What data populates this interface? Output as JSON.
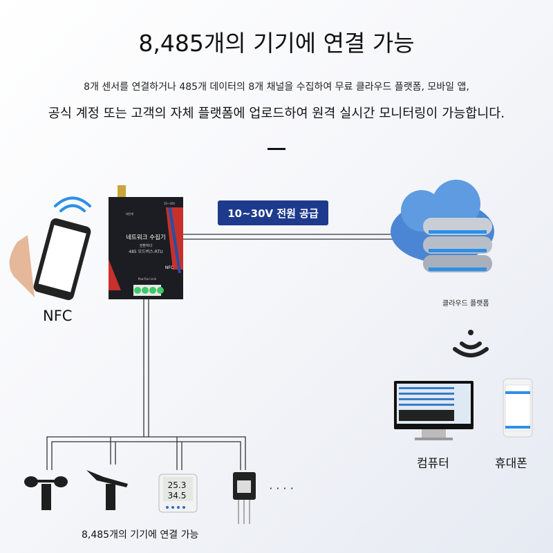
{
  "header": {
    "title": "8,485개의 기기에 연결 가능",
    "subtitle_line1": "8개 센서를 연결하거나 485개 데이터의 8개 채널을 수집하여 무료 클라우드 플랫폼, 모바일 앱,",
    "subtitle_line2": "공식 계정 또는 고객의 자체 플랫폼에 업로드하여 원격 실시간 모니터링이 가능합니다."
  },
  "device": {
    "name": "네트워크 수집기",
    "sub": "전환하다",
    "model": "485 모드버스-RTU",
    "nfc": "NFC",
    "voltage": "10~30V",
    "leds": "Pow  Run  Link",
    "brand": "테인케"
  },
  "power_label": "10~30V 전원 공급",
  "cloud_label": "클라우드 플랫폼",
  "nfc_label": "NFC",
  "computer_label": "컴퓨터",
  "phone_label": "휴대폰",
  "sensor_readings": {
    "temp": "25.3",
    "hum": "34.5"
  },
  "ellipsis": "· · · ·",
  "footer_caption": "8,485개의 기기에 연결 가능",
  "colors": {
    "accent_blue": "#1d3a8c",
    "device_red": "#c8302c",
    "terminal_green": "#3ec96a"
  }
}
